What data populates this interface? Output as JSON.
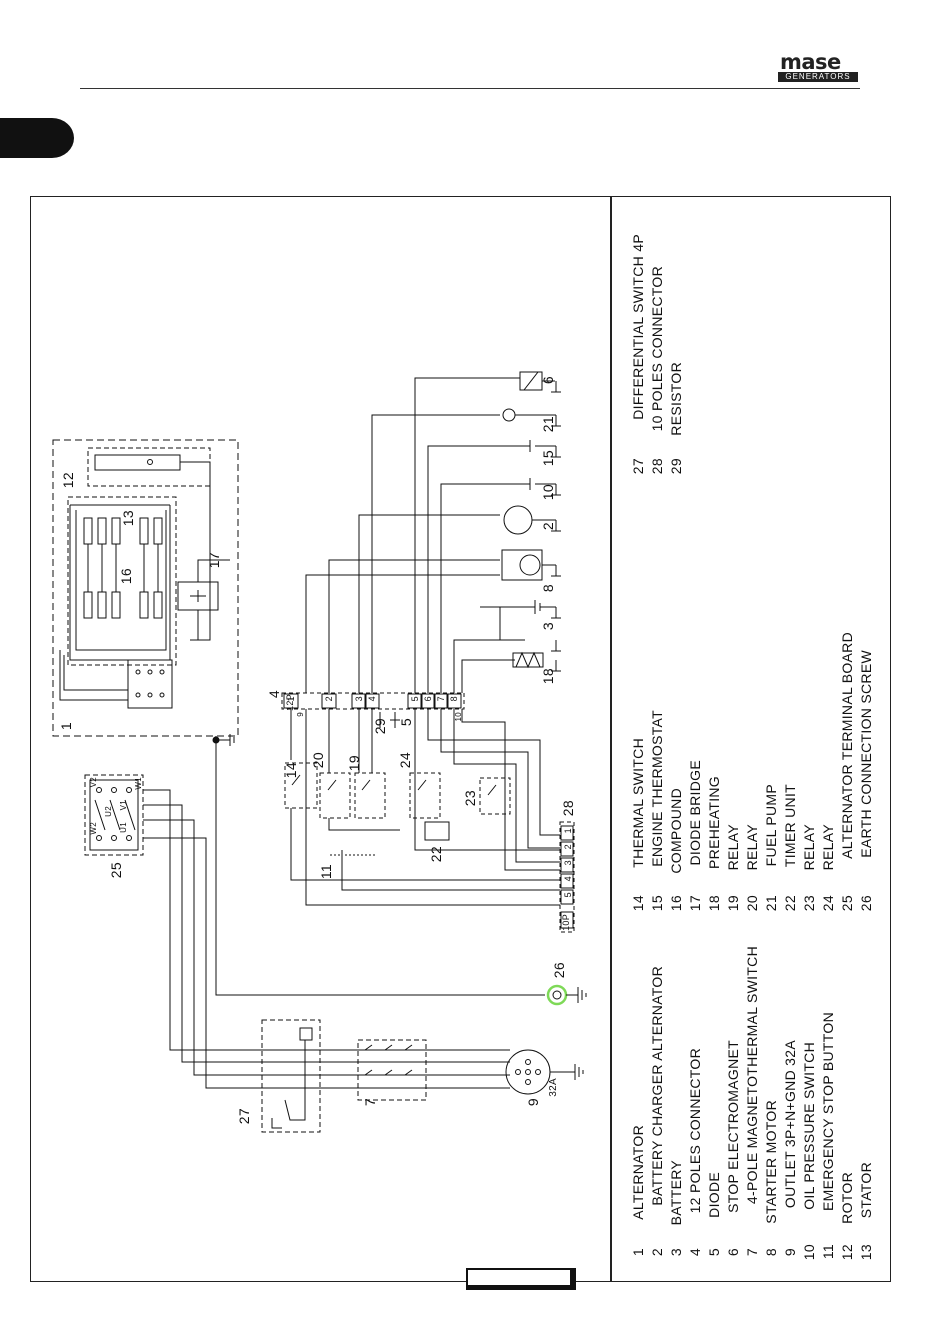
{
  "header": {
    "brand": "mase",
    "brand_sub": "GENERATORS"
  },
  "diagram": {
    "component_numbers": [
      "1",
      "2",
      "3",
      "4",
      "5",
      "6",
      "7",
      "8",
      "9",
      "10",
      "11",
      "12",
      "13",
      "14",
      "15",
      "16",
      "17",
      "18",
      "19",
      "20",
      "21",
      "22",
      "23",
      "24",
      "25",
      "26",
      "27",
      "28",
      "29"
    ],
    "connector_12p": "12P",
    "connector_10p": "10P",
    "outlet_rating": "32A",
    "pin_labels_4": [
      "1",
      "2",
      "3",
      "4",
      "5",
      "6",
      "7",
      "8",
      "9",
      "10"
    ],
    "pin_labels_28": [
      "1",
      "2",
      "3",
      "4",
      "5"
    ],
    "terminal_labels": [
      "V2",
      "U2",
      "W2",
      "U1",
      "V1",
      "W1"
    ]
  },
  "legend": {
    "col1": [
      {
        "num": "1",
        "label": "ALTERNATOR"
      },
      {
        "num": "2",
        "label": "BATTERY CHARGER ALTERNATOR"
      },
      {
        "num": "3",
        "label": "BATTERY"
      },
      {
        "num": "4",
        "label": "12 POLES CONNECTOR"
      },
      {
        "num": "5",
        "label": "DIODE"
      },
      {
        "num": "6",
        "label": "STOP ELECTROMAGNET"
      },
      {
        "num": "7",
        "label": "4-POLE MAGNETOTHERMAL SWITCH"
      },
      {
        "num": "8",
        "label": "STARTER MOTOR"
      },
      {
        "num": "9",
        "label": "OUTLET 3P+N+GND 32A"
      },
      {
        "num": "10",
        "label": "OIL PRESSURE SWITCH"
      },
      {
        "num": "11",
        "label": "EMERGENCY STOP BUTTON"
      },
      {
        "num": "12",
        "label": "ROTOR"
      },
      {
        "num": "13",
        "label": "STATOR"
      }
    ],
    "col2": [
      {
        "num": "14",
        "label": "THERMAL SWITCH"
      },
      {
        "num": "15",
        "label": "ENGINE THERMOSTAT"
      },
      {
        "num": "16",
        "label": "COMPOUND"
      },
      {
        "num": "17",
        "label": "DIODE BRIDGE"
      },
      {
        "num": "18",
        "label": "PREHEATING"
      },
      {
        "num": "19",
        "label": "RELAY"
      },
      {
        "num": "20",
        "label": "RELAY"
      },
      {
        "num": "21",
        "label": "FUEL PUMP"
      },
      {
        "num": "22",
        "label": "TIMER UNIT"
      },
      {
        "num": "23",
        "label": "RELAY"
      },
      {
        "num": "24",
        "label": "RELAY"
      },
      {
        "num": "25",
        "label": "ALTERNATOR TERMINAL BOARD"
      },
      {
        "num": "26",
        "label": "EARTH CONNECTION SCREW"
      }
    ],
    "col3": [
      {
        "num": "27",
        "label": "DIFFERENTIAL SWITCH 4P"
      },
      {
        "num": "28",
        "label": "10 POLES CONNECTOR"
      },
      {
        "num": "29",
        "label": "RESISTOR"
      }
    ]
  },
  "colors": {
    "earth_highlight": "#7ed957",
    "ink": "#111111"
  }
}
